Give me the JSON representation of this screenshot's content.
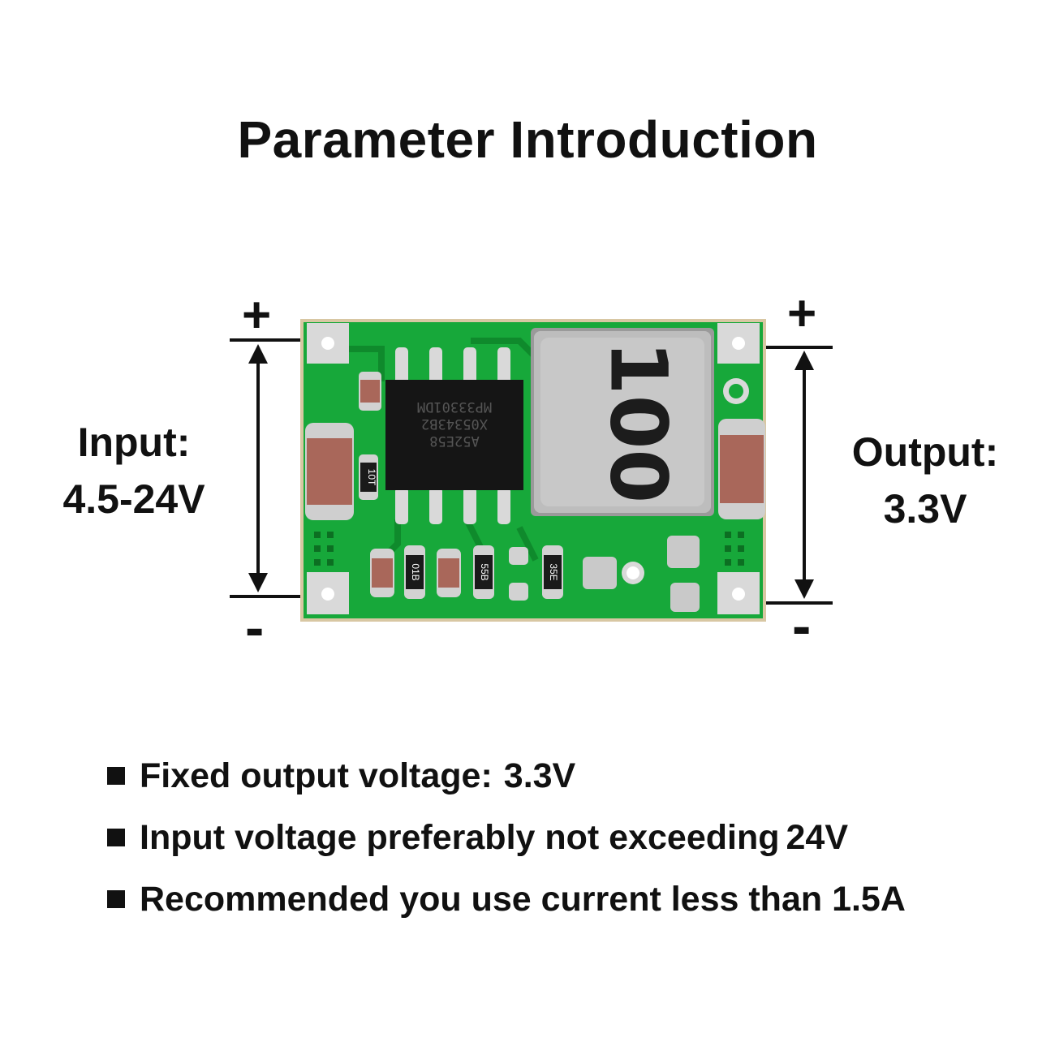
{
  "title": "Parameter Introduction",
  "input": {
    "label": "Input:",
    "range": "4.5-24V",
    "plus": "+",
    "minus": "-"
  },
  "output": {
    "label": "Output:",
    "value": "3.3V",
    "plus": "+",
    "minus": "-"
  },
  "board": {
    "inductor_marking": "100",
    "chip_marking_lines": [
      "A52E58",
      "X05343B2",
      "MP33301DM"
    ],
    "resistor_markings": [
      "10T",
      "01B",
      "55B",
      "35E"
    ],
    "colors": {
      "pcb": "#17a83a",
      "pcb_dark": "#0f8a2c",
      "pad": "#d9d9d9",
      "ic": "#151515",
      "inductor": "#bdbdbd",
      "cap": "#a9675a"
    }
  },
  "bullets": [
    {
      "text": "Fixed output voltage:",
      "value": "3.3V"
    },
    {
      "text": "Input voltage preferably not exceeding",
      "value": "24V"
    },
    {
      "text": "Recommended you use current less than 1.5A",
      "value": ""
    }
  ]
}
